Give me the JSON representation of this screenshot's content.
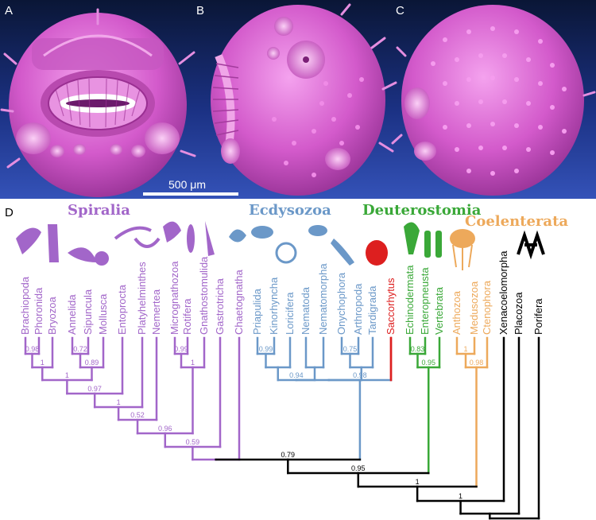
{
  "panels": [
    {
      "label": "A",
      "view": "oral"
    },
    {
      "label": "B",
      "view": "lateral"
    },
    {
      "label": "C",
      "view": "aboral"
    },
    {
      "label": "D",
      "view": "phylogeny"
    }
  ],
  "scale_bar": "500 μm",
  "colors": {
    "spiralia": "#a266c9",
    "ecdysozoa": "#6b98c8",
    "deuterostomia": "#3aa838",
    "coelenterata": "#eda95b",
    "saccorhytus": "#dd1f1f",
    "outgroup": "#000000",
    "fossil_body": "#c94fbf",
    "panel_background": "#1a2d7a"
  },
  "groups": [
    {
      "id": "spiralia",
      "label": "Spiralia"
    },
    {
      "id": "ecdysozoa",
      "label": "Ecdysozoa"
    },
    {
      "id": "deuterostomia",
      "label": "Deuterostomia"
    },
    {
      "id": "coelenterata",
      "label": "Coelenterata"
    }
  ],
  "taxa": [
    {
      "name": "Brachiopoda",
      "group": "spiralia"
    },
    {
      "name": "Phoronida",
      "group": "spiralia"
    },
    {
      "name": "Bryozoa",
      "group": "spiralia"
    },
    {
      "name": "Annelida",
      "group": "spiralia"
    },
    {
      "name": "Sipuncula",
      "group": "spiralia"
    },
    {
      "name": "Mollusca",
      "group": "spiralia"
    },
    {
      "name": "Entoprocta",
      "group": "spiralia"
    },
    {
      "name": "Platyhelminthes",
      "group": "spiralia"
    },
    {
      "name": "Nemertea",
      "group": "spiralia"
    },
    {
      "name": "Micrognathozoa",
      "group": "spiralia"
    },
    {
      "name": "Rotifera",
      "group": "spiralia"
    },
    {
      "name": "Gnathostomulida",
      "group": "spiralia"
    },
    {
      "name": "Gastrotricha",
      "group": "spiralia"
    },
    {
      "name": "Chaetognatha",
      "group": "spiralia"
    },
    {
      "name": "Priapulida",
      "group": "ecdysozoa"
    },
    {
      "name": "Kinorhyncha",
      "group": "ecdysozoa"
    },
    {
      "name": "Loricifera",
      "group": "ecdysozoa"
    },
    {
      "name": "Nematoda",
      "group": "ecdysozoa"
    },
    {
      "name": "Nematomorpha",
      "group": "ecdysozoa"
    },
    {
      "name": "Onychophora",
      "group": "ecdysozoa"
    },
    {
      "name": "Arthropoda",
      "group": "ecdysozoa"
    },
    {
      "name": "Tardigrada",
      "group": "ecdysozoa"
    },
    {
      "name": "Saccorhytus",
      "group": "saccorhytus"
    },
    {
      "name": "Echinodermata",
      "group": "deuterostomia"
    },
    {
      "name": "Enteropneusta",
      "group": "deuterostomia"
    },
    {
      "name": "Vertebrata",
      "group": "deuterostomia"
    },
    {
      "name": "Anthozoa",
      "group": "coelenterata"
    },
    {
      "name": "Medusozoa",
      "group": "coelenterata"
    },
    {
      "name": "Ctenophora",
      "group": "coelenterata"
    },
    {
      "name": "Xenacoelomorpha",
      "group": "outgroup"
    },
    {
      "name": "Placozoa",
      "group": "outgroup"
    },
    {
      "name": "Porifera",
      "group": "outgroup"
    }
  ],
  "support_values": [
    "0.98",
    "1",
    "0.72",
    "0.89",
    "1",
    "0.97",
    "1",
    "0.99",
    "1",
    "0.52",
    "0.96",
    "0.59",
    "0.99",
    "0.94",
    "0.75",
    "0.98",
    "0.83",
    "0.95",
    "1",
    "0.98",
    "0.79",
    "0.95",
    "1",
    "1"
  ]
}
